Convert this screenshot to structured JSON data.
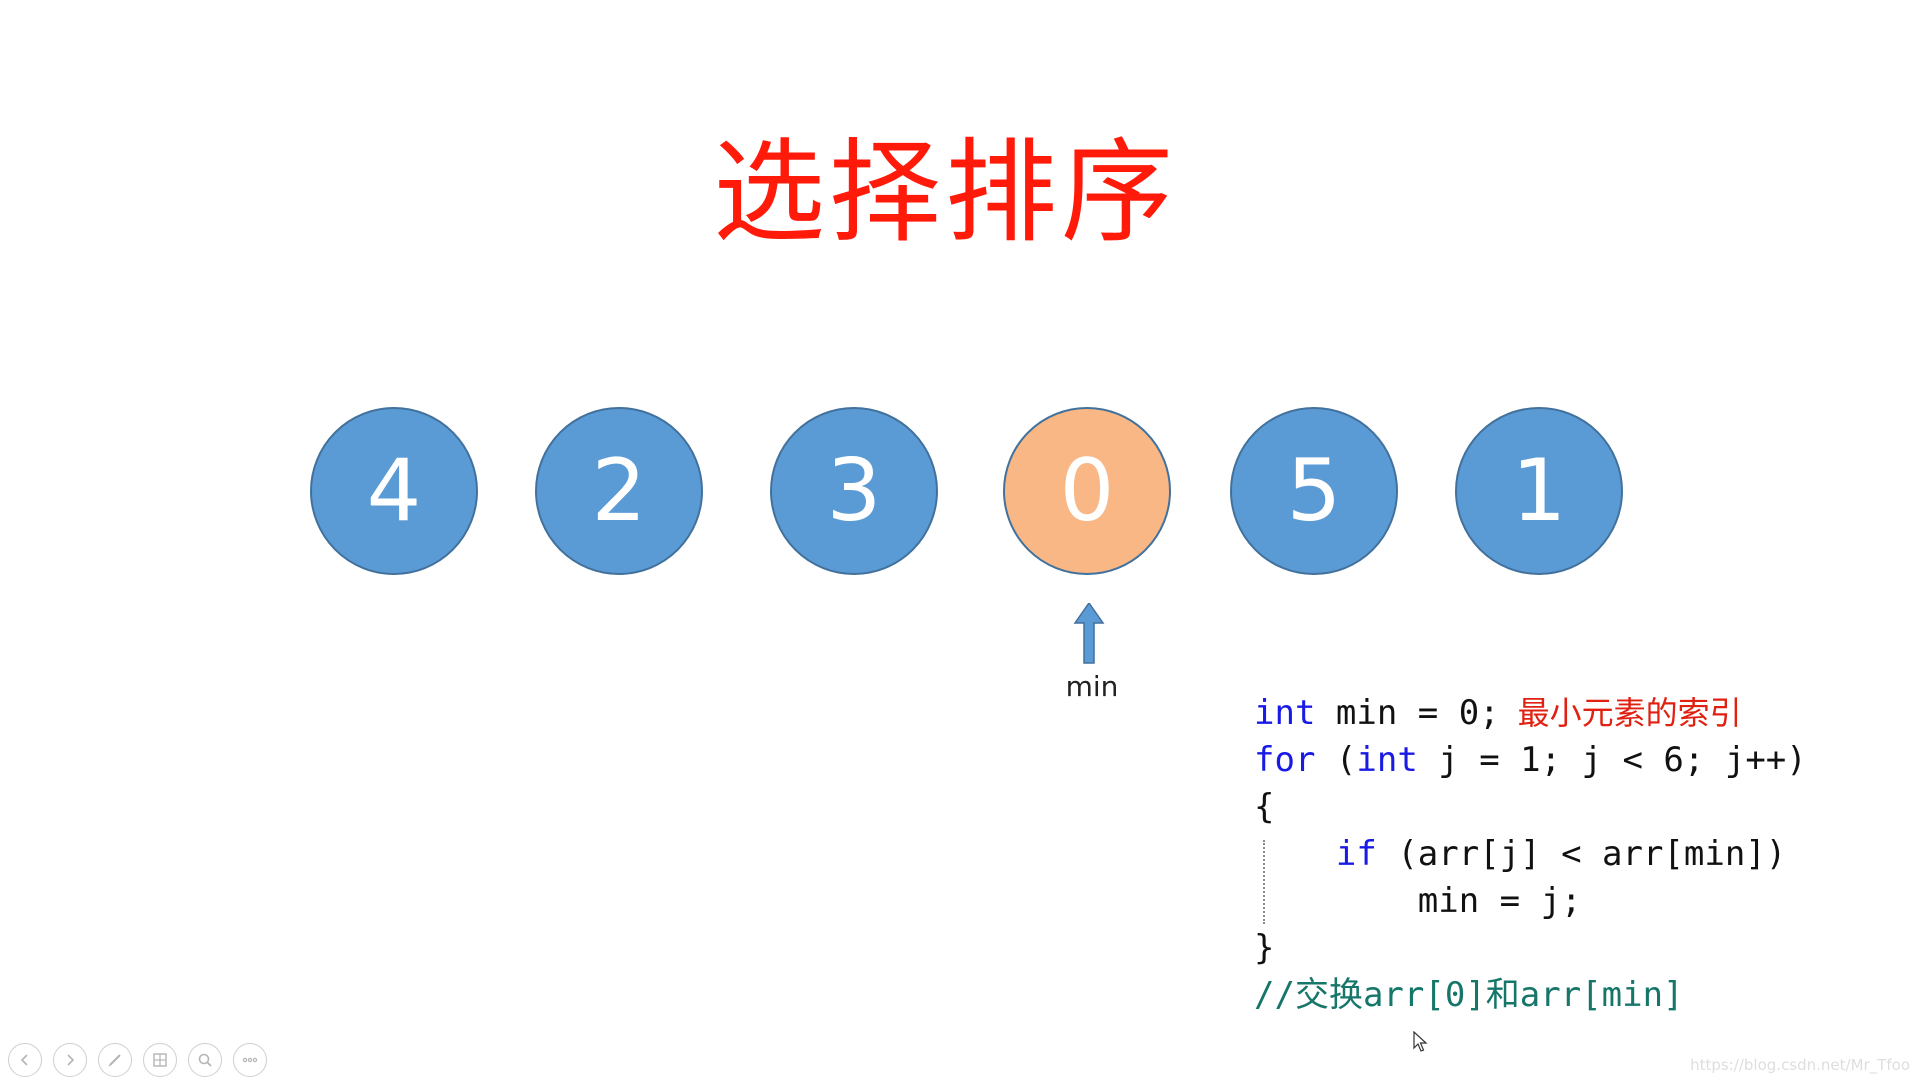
{
  "slide": {
    "title": "选择排序",
    "title_color": "#ff1a0a"
  },
  "array": {
    "elements": [
      {
        "value": "4",
        "state": "normal"
      },
      {
        "value": "2",
        "state": "normal"
      },
      {
        "value": "3",
        "state": "normal"
      },
      {
        "value": "0",
        "state": "min"
      },
      {
        "value": "5",
        "state": "normal"
      },
      {
        "value": "1",
        "state": "normal"
      }
    ],
    "normal_color": "#5b9bd5",
    "highlight_color": "#f8b784",
    "pointer_label": "min",
    "pointer_color": "#5b9bd5"
  },
  "code": {
    "line1": {
      "keyword": "int",
      "rest": " min = 0;",
      "note": "最小元素的索引"
    },
    "line2": {
      "keyword": "for",
      "open": " (",
      "keyword2": "int",
      "rest": " j = 1; j < 6; j++)"
    },
    "line3": {
      "text": "{"
    },
    "line4": {
      "indent": "    ",
      "keyword": "if",
      "rest": " (arr[j] < arr[min])"
    },
    "line5": {
      "text": "        min = j;"
    },
    "line6": {
      "text": "}"
    },
    "line7": {
      "comment": "//交换arr[0]和arr[min]"
    },
    "keyword_color": "#1a1ae6",
    "comment_color": "#17766a",
    "note_color": "#e02010"
  },
  "controls": [
    {
      "name": "previous-slide",
      "icon": "arrow-left-icon"
    },
    {
      "name": "next-slide",
      "icon": "arrow-right-icon"
    },
    {
      "name": "pen",
      "icon": "pen-icon"
    },
    {
      "name": "see-all-slides",
      "icon": "slides-icon"
    },
    {
      "name": "zoom",
      "icon": "magnifier-icon"
    },
    {
      "name": "more-options",
      "icon": "more-icon"
    }
  ],
  "watermark": "https://blog.csdn.net/Mr_Tfoo"
}
